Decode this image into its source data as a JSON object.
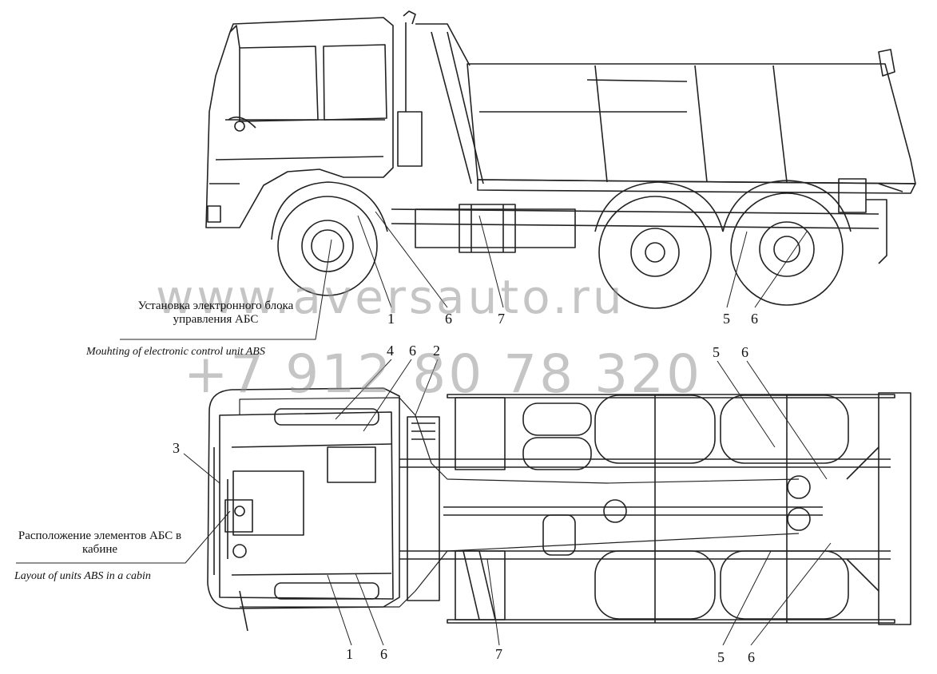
{
  "watermark": {
    "url": "www.aversauto.ru",
    "phone": "+7 912 80 78 320"
  },
  "captions": {
    "side_ru": "Установка электронного блока управления АБС",
    "side_en": "Mouhting of electronic control unit ABS",
    "cabin_ru": "Расположение элементов АБС в кабине",
    "cabin_en": "Layout of units ABS in a cabin"
  },
  "callouts": {
    "side": [
      "1",
      "6",
      "7",
      "5",
      "6"
    ],
    "top_upper": [
      "4",
      "6",
      "2",
      "5",
      "6"
    ],
    "top_left": "3",
    "top_lower": [
      "1",
      "6",
      "7",
      "5",
      "6"
    ]
  }
}
